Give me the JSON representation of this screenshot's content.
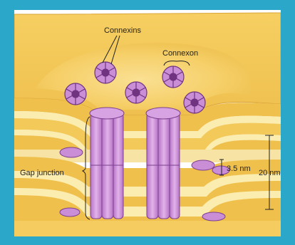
{
  "diagram": {
    "labels": {
      "connexins": "Connexins",
      "connexon": "Connexon",
      "gap_junction": "Gap junction",
      "gap_width": "3.5 nm",
      "total_width": "20 nm"
    },
    "colors": {
      "frame": "#2aa7c9",
      "membrane_top": "#f4c95c",
      "membrane_core": "#fbe9a6",
      "membrane_edge": "#e0a83a",
      "protein": "#c98ed6",
      "protein_edge": "#7d3f8f"
    }
  }
}
